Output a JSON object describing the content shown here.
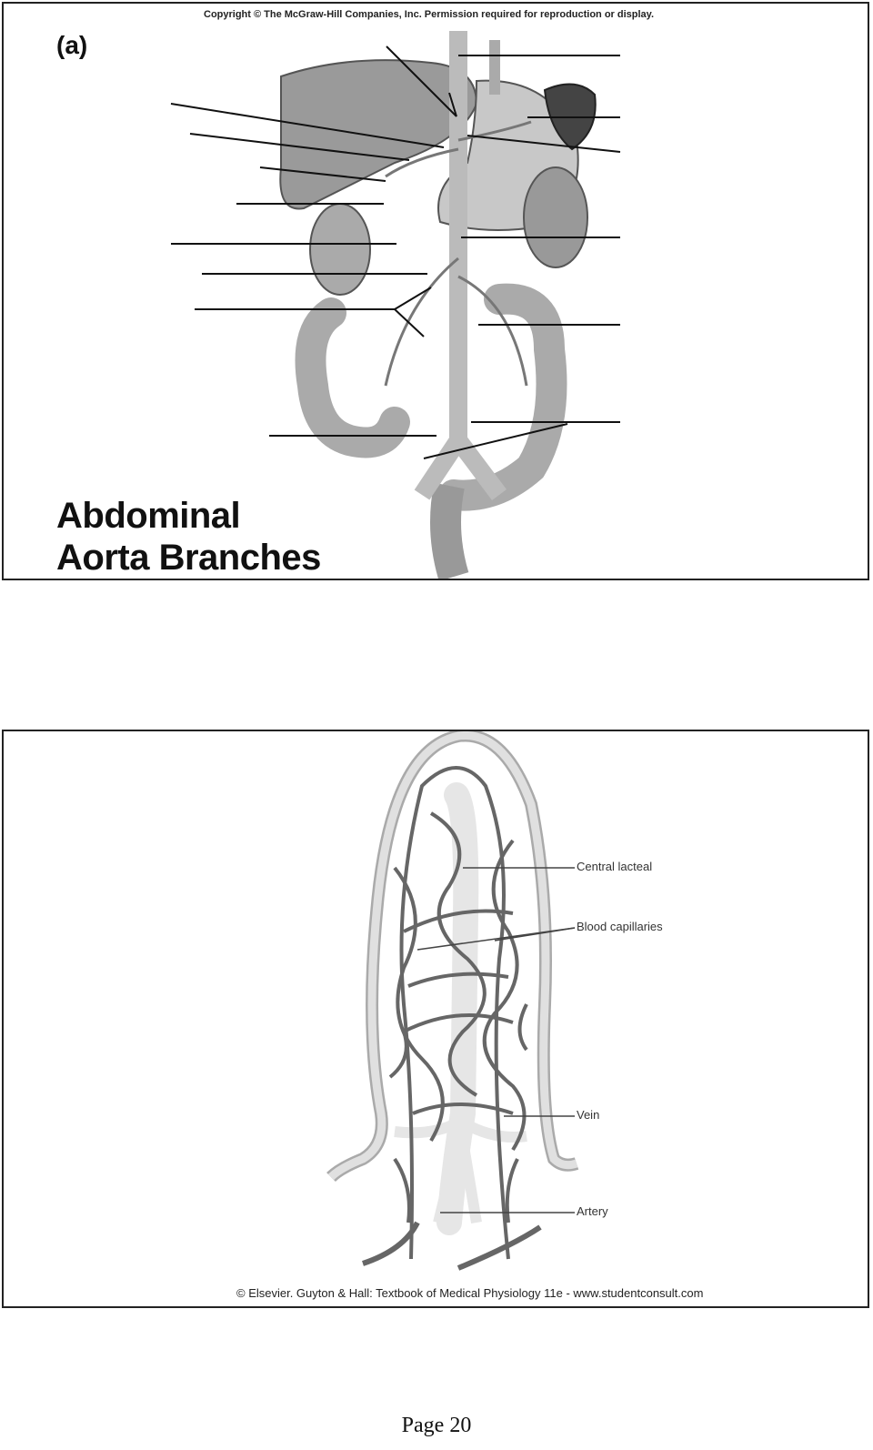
{
  "slide1": {
    "copyright": "Copyright © The McGraw-Hill Companies, Inc. Permission required for reproduction or display.",
    "panel_label": "(a)",
    "title_line1": "Abdominal",
    "title_line2": "Aorta Branches"
  },
  "slide2": {
    "labels": {
      "central_lacteal": "Central lacteal",
      "blood_capillaries": "Blood capillaries",
      "vein": "Vein",
      "artery": "Artery"
    },
    "credit": "© Elsevier. Guyton & Hall: Textbook of Medical Physiology 11e - www.studentconsult.com"
  },
  "page": {
    "number": "Page 20"
  }
}
